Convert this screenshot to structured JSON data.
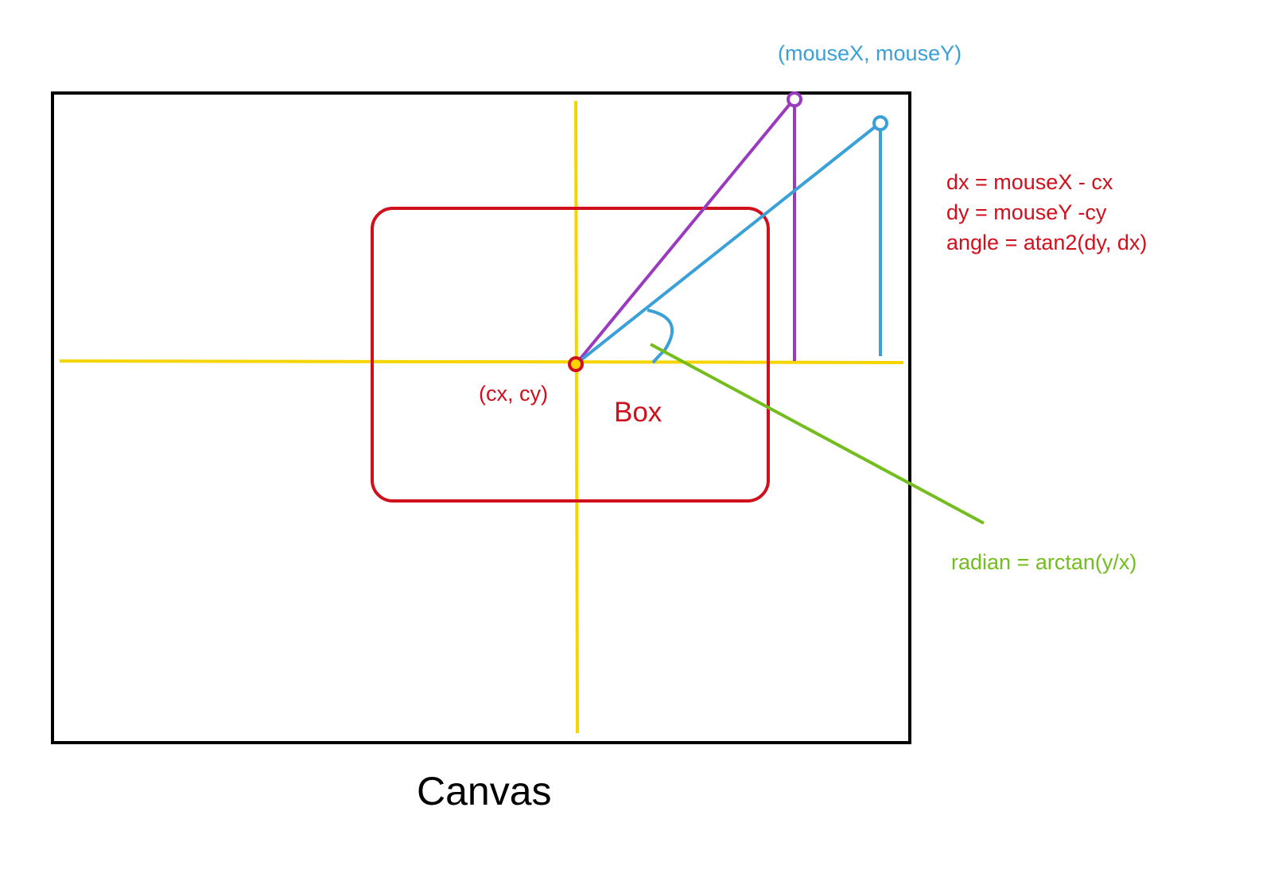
{
  "colors": {
    "canvas": "#000000",
    "box": "#d0101c",
    "axis": "#f5d400",
    "purple": "#9a3bbf",
    "blue": "#3aa0d8",
    "green": "#74bd1f",
    "red_text": "#d0101c"
  },
  "labels": {
    "mouse": "(mouseX, mouseY)",
    "center": "(cx, cy)",
    "box": "Box",
    "canvas": "Canvas",
    "radian": "radian = arctan(y/x)"
  },
  "formulas": {
    "dx": "dx = mouseX - cx",
    "dy": "dy = mouseY -cy",
    "angle": "angle = atan2(dy, dx)"
  }
}
